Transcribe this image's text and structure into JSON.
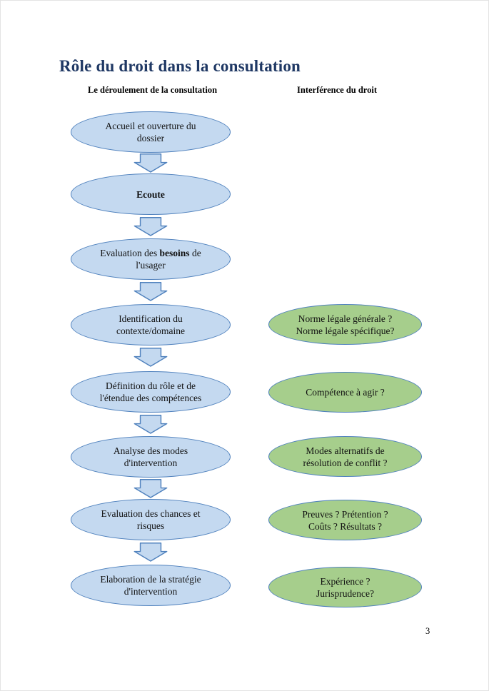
{
  "page": {
    "title": "Rôle du droit dans la consultation",
    "page_number": "3"
  },
  "columns": {
    "left_header": "Le déroulement de la consultation",
    "right_header": "Interférence du droit"
  },
  "colors": {
    "title_text": "#1F3864",
    "process_fill": "#C4D9F0",
    "shape_border": "#4F81BD",
    "law_fill": "#A6CE8C"
  },
  "process_steps": [
    {
      "text": "Accueil et ouverture du\ndossier"
    },
    {
      "text": "Ecoute"
    },
    {
      "segments": {
        "pre": "Evaluation des ",
        "bold": "besoins",
        "post": " de\nl'usager"
      }
    },
    {
      "text": "Identification du\ncontexte/domaine"
    },
    {
      "text": "Définition du rôle et de\nl'étendue des compétences"
    },
    {
      "text": "Analyse des modes\nd'intervention"
    },
    {
      "text": "Evaluation des chances et\nrisques"
    },
    {
      "text": "Elaboration de la stratégie\nd'intervention"
    }
  ],
  "law_items": [
    {
      "text": "Norme légale générale ?\nNorme légale spécifique?"
    },
    {
      "text": "Compétence à agir ?"
    },
    {
      "text": "Modes alternatifs de\nrésolution de conflit ?"
    },
    {
      "text": "Preuves ? Prétention ?\nCoûts ? Résultats ?"
    },
    {
      "text": "Expérience ?\nJurisprudence?"
    }
  ]
}
